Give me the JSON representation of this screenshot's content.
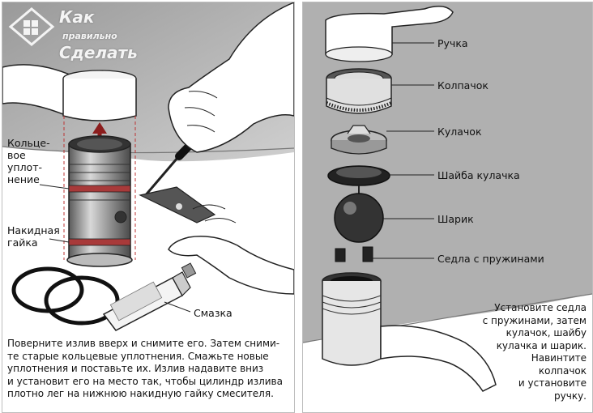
{
  "logo": {
    "line1": "Как",
    "line2": "правильно",
    "line3": "Сделать"
  },
  "left_panel": {
    "labels": {
      "o_ring": "Кольце-\nвое\nуплот-\nнение",
      "nut": "Накидная\nгайка",
      "grease": "Смазка"
    },
    "caption": "Поверните излив вверх и снимите его. Затем сними-\nте старые кольцевые уплотнения. Смажьте новые\nуплотнения и поставьте их. Излив надавите вниз\nи установит его на место так, чтобы цилиндр излива\nплотно лег на нижнюю накидную гайку смесителя."
  },
  "right_panel": {
    "parts": [
      {
        "label": "Ручка"
      },
      {
        "label": "Колпачок"
      },
      {
        "label": "Кулачок"
      },
      {
        "label": "Шайба кулачка"
      },
      {
        "label": "Шарик"
      },
      {
        "label": "Седла с пружинами"
      }
    ],
    "caption": "Установите седла\nс пружинами, затем\nкулачок, шайбу\nкулачка и шарик.\nНавинтите\nколпачок\nи установите\nручку."
  }
}
